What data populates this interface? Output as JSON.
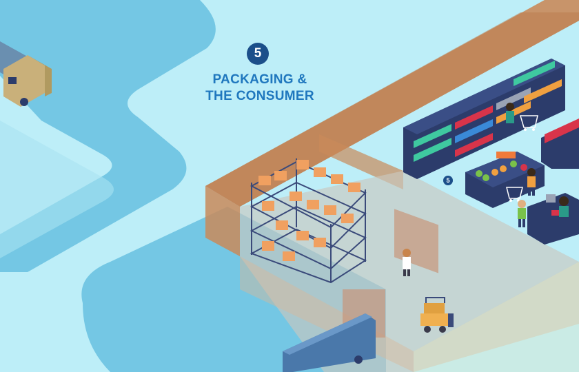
{
  "step": {
    "number": "5"
  },
  "title": {
    "line1": "PACKAGING &",
    "line2": "THE CONSUMER"
  },
  "store": {
    "marker": "5"
  },
  "colors": {
    "background": "#bdeef8",
    "water": "#74c7e4",
    "wall": "#c98a5a",
    "floor": "#c9c7bf",
    "shelf": "#2c3c6b",
    "title": "#1f77be",
    "badge": "#1b4f8a"
  }
}
